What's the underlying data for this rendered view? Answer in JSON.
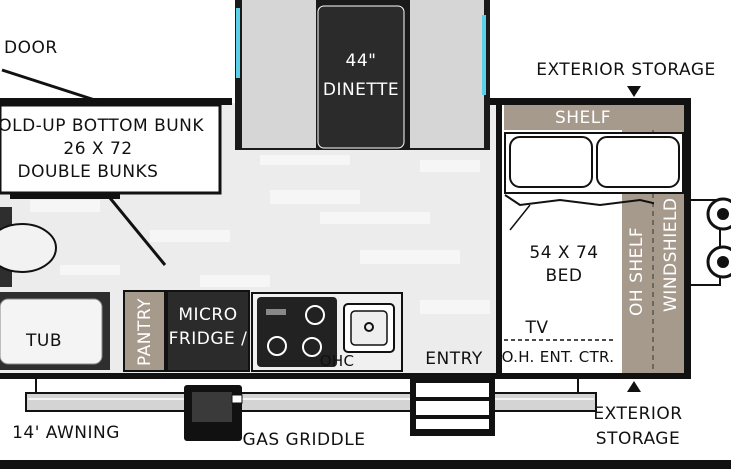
{
  "labels": {
    "door": "DOOR",
    "bunk_line1": "FOLD-UP BOTTOM BUNK",
    "bunk_line2": "26 X 72",
    "bunk_line3": "DOUBLE BUNKS",
    "dinette_size": "44\"",
    "dinette": "DINETTE",
    "exterior_storage_top": "EXTERIOR STORAGE",
    "shelf": "SHELF",
    "bed_size": "54 X 74",
    "bed": "BED",
    "oh_shelf": "OH SHELF",
    "windshield": "WINDSHIELD",
    "tub": "TUB",
    "pantry": "PANTRY",
    "micro": "MICRO",
    "fridge": "FRIDGE /",
    "ohc": "OHC",
    "entry": "ENTRY",
    "tv": "TV",
    "oh_ent_ctr": "O.H. ENT. CTR.",
    "exterior": "EXTERIOR",
    "storage": "STORAGE",
    "awning": "14' AWNING",
    "gas_griddle": "GAS GRIDDLE"
  },
  "colors": {
    "wall": "#111111",
    "floor": "#e9e9e9",
    "cabinet_dark": "#2e2e2e",
    "shelf_tan": "#a69a8c",
    "cushion": "#d9d9d9",
    "window_accent": "#5ad1e8"
  }
}
